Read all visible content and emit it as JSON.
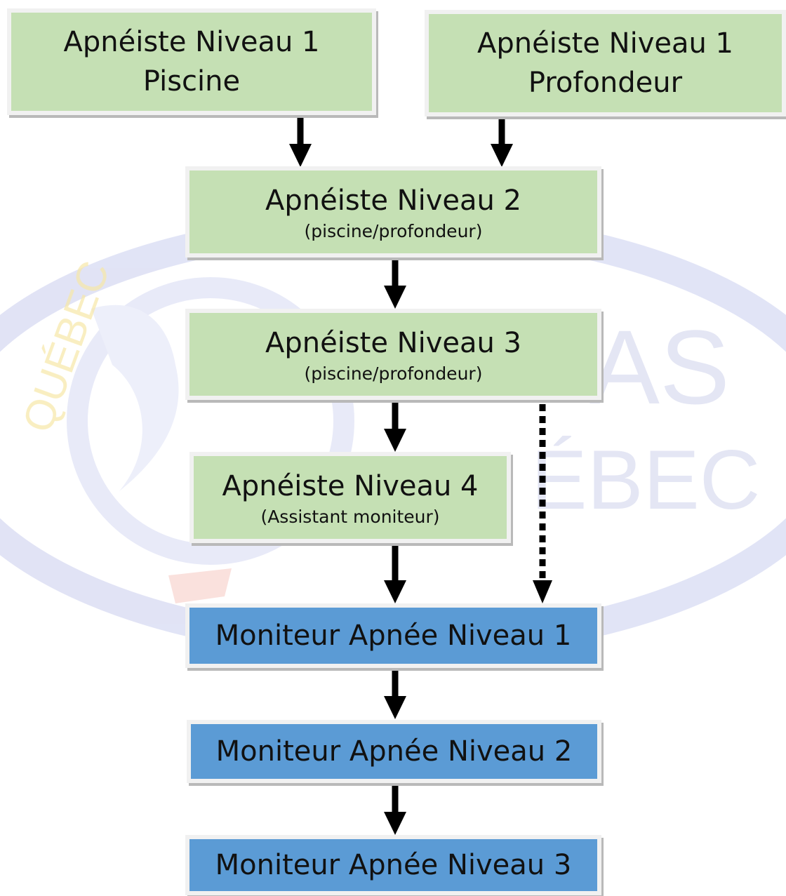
{
  "diagram": {
    "nodes": {
      "n1_piscine": {
        "line1": "Apnéiste Niveau 1",
        "line2": "Piscine",
        "color": "#c5e0b4"
      },
      "n1_profondeur": {
        "line1": "Apnéiste Niveau 1",
        "line2": "Profondeur",
        "color": "#c5e0b4"
      },
      "n2": {
        "title": "Apnéiste Niveau 2",
        "subtitle": "(piscine/profondeur)",
        "color": "#c5e0b4"
      },
      "n3": {
        "title": "Apnéiste Niveau 3",
        "subtitle": "(piscine/profondeur)",
        "color": "#c5e0b4"
      },
      "n4": {
        "title": "Apnéiste Niveau 4",
        "subtitle": "(Assistant moniteur)",
        "color": "#c5e0b4"
      },
      "m1": {
        "title": "Moniteur Apnée Niveau 1",
        "color": "#5b9bd5"
      },
      "m2": {
        "title": "Moniteur Apnée Niveau 2",
        "color": "#5b9bd5"
      },
      "m3": {
        "title": "Moniteur Apnée Niveau 3",
        "color": "#5b9bd5"
      }
    },
    "edges": [
      {
        "from": "n1_piscine",
        "to": "n2",
        "style": "solid"
      },
      {
        "from": "n1_profondeur",
        "to": "n2",
        "style": "solid"
      },
      {
        "from": "n2",
        "to": "n3",
        "style": "solid"
      },
      {
        "from": "n3",
        "to": "n4",
        "style": "solid"
      },
      {
        "from": "n4",
        "to": "m1",
        "style": "solid"
      },
      {
        "from": "n3",
        "to": "m1",
        "style": "dotted"
      },
      {
        "from": "m1",
        "to": "m2",
        "style": "solid"
      },
      {
        "from": "m2",
        "to": "m3",
        "style": "solid"
      }
    ]
  },
  "watermark": {
    "logo_text_right": "AS",
    "logo_text_right_2": "ÉBEC",
    "logo_ring_text": "QUÉBEC",
    "ring_color": "#c9cdee",
    "accent_color": "#f6e7a6"
  }
}
